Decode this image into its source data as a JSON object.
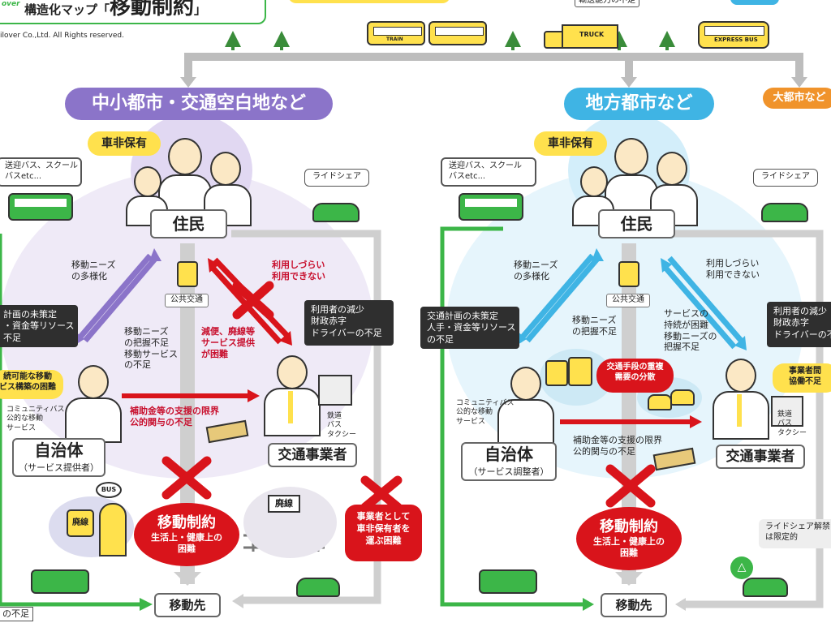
{
  "header": {
    "title_prefix": "構造化マップ「",
    "title_main": "移動制約",
    "title_suffix": "」",
    "copyright": "ilover Co.,Ltd. All Rights reserved.",
    "truck_label": "TRUCK",
    "bus_label": "EXPRESS BUS",
    "train_label": "TRAIN",
    "top_note": "輸送能力の不足"
  },
  "left": {
    "region_title": "中小都市・交通空白地など",
    "no_car_tag": "車非保有",
    "residents": "住民",
    "shuttle": "送迎バス、スクール\nバスetc...",
    "rideshare": "ライドシェア",
    "needs_diverse": "移動ニーズ\nの多様化",
    "public_transport": "公共交通",
    "hard_to_use": "利用しづらい\n利用できない",
    "plan_bubble": "計画の未策定\n・資金等リソース\n不足",
    "operator_bubble": "利用者の減少\n財政赤字\nドライバーの不足",
    "needs_unknown": "移動ニーズ\nの把握不足\n移動サービス\nの不足",
    "route_cut": "減便、廃線等\nサービス提供\nが困難",
    "sustain_tag": "続可能な移動\nビス構築の困難",
    "subsidy": "補助金等の支援の限界\n公的関与の不足",
    "community_bus": "コミュニティバス\n公的な移動\nサービス",
    "gov_name": "自治体",
    "gov_role": "（サービス提供者）",
    "operator_types": "鉄道\nバス\nタクシー",
    "operator_name": "交通事業者",
    "constraint_title": "移動制約",
    "constraint_sub": "生活上・健康上の\n困難",
    "abolished": "廃線",
    "abolished_sign": "廃線",
    "bus_sign": "BUS",
    "biz_note": "事業者として\n車非保有者を\n運ぶ困難",
    "destination": "移動先",
    "bottom_note": "の不足"
  },
  "right": {
    "region_title": "地方都市など",
    "big_city": "大都市など",
    "no_car_tag": "車非保有",
    "residents": "住民",
    "shuttle": "送迎バス、スクール\nバスetc...",
    "rideshare": "ライドシェア",
    "needs_diverse": "移動ニーズ\nの多様化",
    "public_transport": "公共交通",
    "hard_to_use": "利用しづらい\n利用できない",
    "plan_bubble": "交通計画の未策定\n人手・資金等リソース\nの不足",
    "operator_bubble": "利用者の減少\n財政赤字\nドライバーの不",
    "needs_unknown": "移動ニーズ\nの把握不足",
    "service_sustain": "サービスの\n持続が困難\n移動ニーズの\n把握不足",
    "overlap": "交通手段の重複\n需要の分散",
    "coop_tag": "事業者間\n協働不足",
    "community_bus": "コミュニティバス\n公的な移動\nサービス",
    "gov_name": "自治体",
    "gov_role": "（サービス調整者）",
    "subsidy": "補助金等の支援の限界\n公的関与の不足",
    "operator_types": "鉄道\nバス\nタクシー",
    "operator_name": "交通事業者",
    "constraint_title": "移動制約",
    "constraint_sub": "生活上・健康上の\n困難",
    "rideshare_note": "ライドシェア解禁\nは限定的",
    "destination": "移動先"
  },
  "colors": {
    "purple": "#8b74c9",
    "blue": "#3fb4e4",
    "orange": "#f0932b",
    "red": "#d9141b",
    "green": "#3cb648",
    "yellow": "#ffe14d"
  }
}
